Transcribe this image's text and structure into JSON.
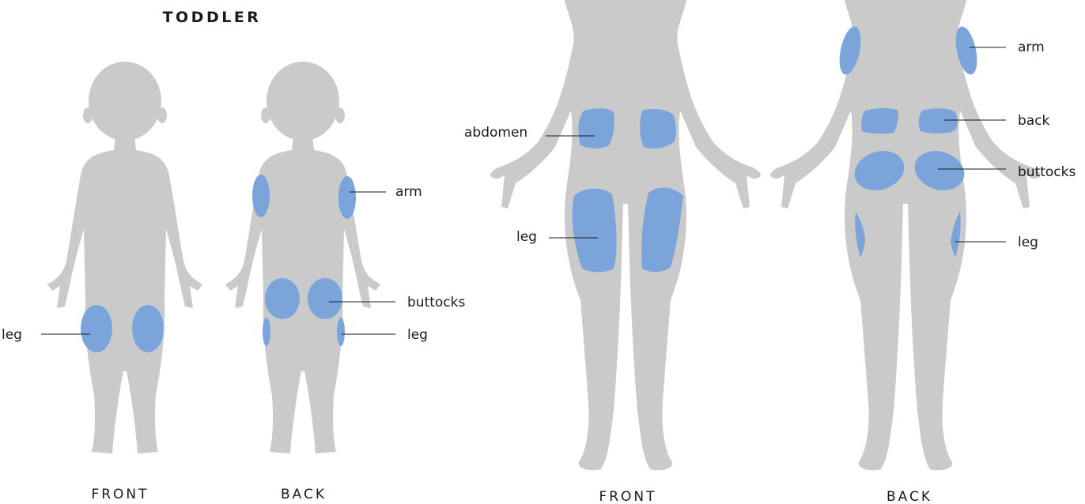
{
  "toddler": {
    "title": "TODDLER",
    "front_caption": "FRONT",
    "back_caption": "BACK",
    "labels": {
      "front_leg": "leg",
      "back_arm": "arm",
      "back_buttocks": "buttocks",
      "back_leg": "leg"
    }
  },
  "adult": {
    "front_caption": "FRONT",
    "back_caption": "BACK",
    "labels": {
      "front_abdomen": "abdomen",
      "front_leg": "leg",
      "back_arm": "arm",
      "back_back": "back",
      "back_buttocks": "buttocks",
      "back_leg": "leg"
    }
  },
  "colors": {
    "body": "#cacaca",
    "injection_site": "#7ba4db",
    "text": "#1a1a1a"
  }
}
